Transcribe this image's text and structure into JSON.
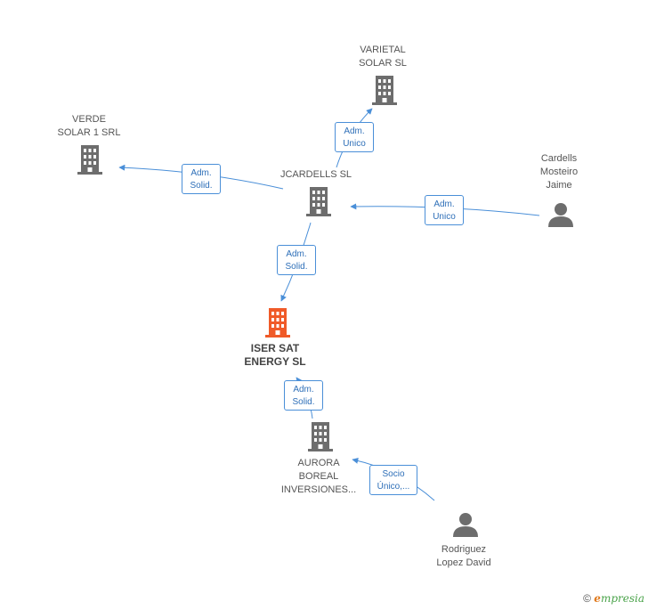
{
  "nodes": {
    "varietal": {
      "line1": "VARIETAL",
      "line2": "SOLAR SL"
    },
    "verde": {
      "line1": "VERDE",
      "line2": "SOLAR 1 SRL"
    },
    "jcardells": {
      "line1": "JCARDELLS SL"
    },
    "cardells": {
      "line1": "Cardells",
      "line2": "Mosteiro",
      "line3": "Jaime"
    },
    "iser": {
      "line1": "ISER SAT",
      "line2": "ENERGY SL"
    },
    "aurora": {
      "line1": "AURORA",
      "line2": "BOREAL",
      "line3": "INVERSIONES..."
    },
    "rodriguez": {
      "line1": "Rodriguez",
      "line2": "Lopez David"
    }
  },
  "relations": {
    "jc_varietal": {
      "l1": "Adm.",
      "l2": "Unico"
    },
    "jc_verde": {
      "l1": "Adm.",
      "l2": "Solid."
    },
    "cardells_jc": {
      "l1": "Adm.",
      "l2": "Unico"
    },
    "jc_iser": {
      "l1": "Adm.",
      "l2": "Solid."
    },
    "aurora_iser": {
      "l1": "Adm.",
      "l2": "Solid."
    },
    "rodriguez_aurora": {
      "l1": "Socio",
      "l2": "Único,..."
    }
  },
  "footer": {
    "copyright_symbol": "©",
    "brand_initial": "e",
    "brand_rest": "mpresia"
  },
  "colors": {
    "edge": "#4a8fd8",
    "company_icon": "#6d6d6d",
    "focus_icon": "#f05a28",
    "person_icon": "#6d6d6d"
  }
}
